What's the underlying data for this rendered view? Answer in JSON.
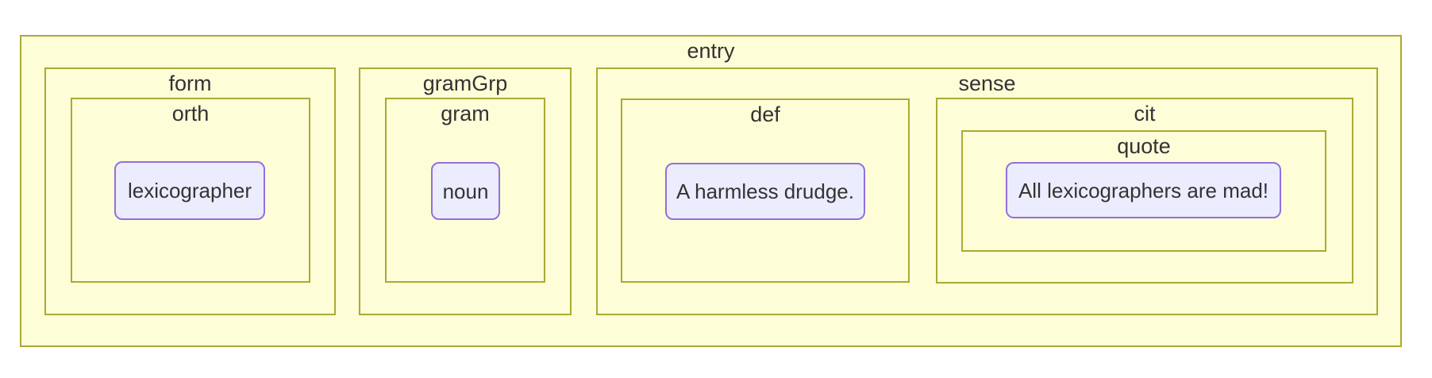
{
  "diagram": {
    "kind": "nested-box diagram of a TEI dictionary entry structure"
  },
  "labels": {
    "entry": "entry",
    "form": "form",
    "orth": "orth",
    "gramGrp": "gramGrp",
    "gram": "gram",
    "sense": "sense",
    "def": "def",
    "cit": "cit",
    "quote": "quote"
  },
  "values": {
    "orth": "lexicographer",
    "gram": "noun",
    "def": "A harmless drudge.",
    "quote": "All lexicographers are mad!"
  },
  "colors": {
    "canvas_background": "#ffffff",
    "cluster_fill": "#fdfdd8",
    "cluster_border": "#aaaa33",
    "node_fill": "#ececff",
    "node_border": "#9370db",
    "text": "#333333"
  }
}
